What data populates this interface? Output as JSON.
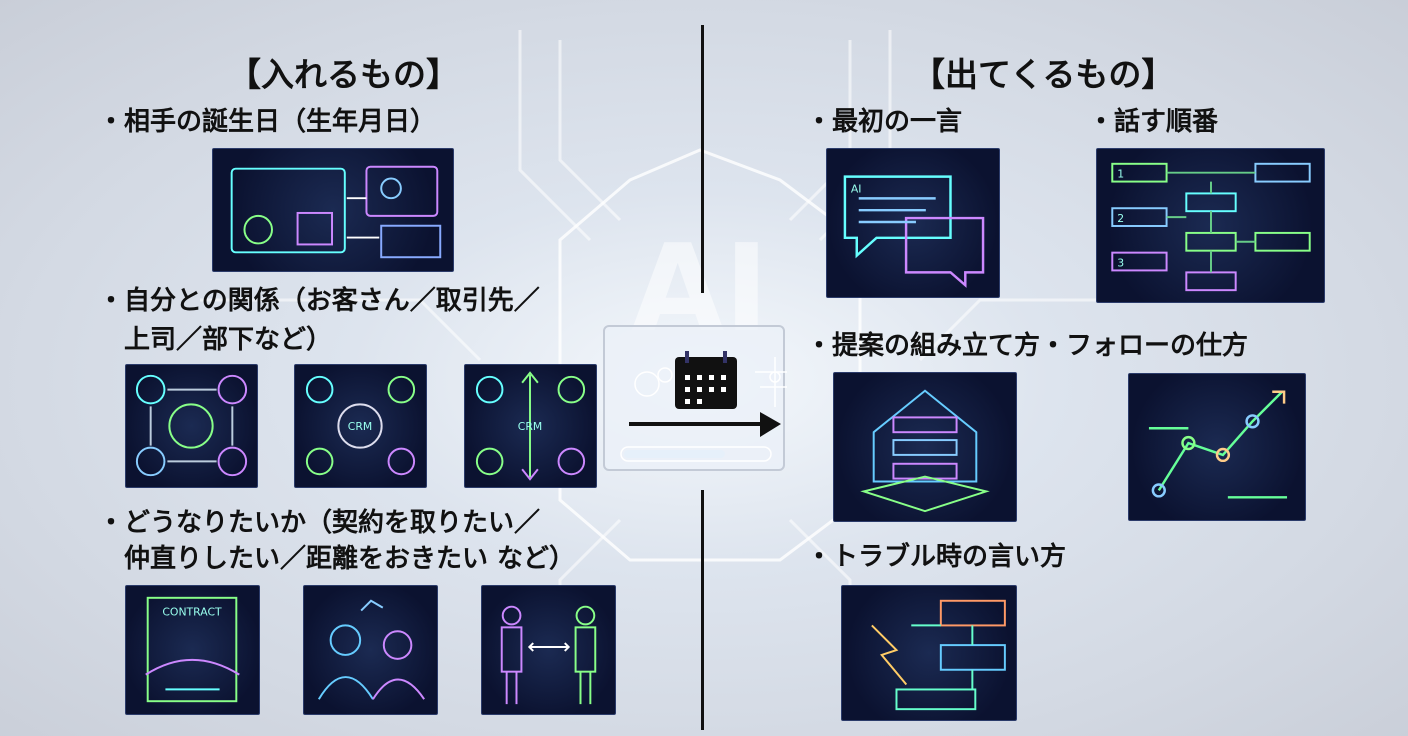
{
  "input": {
    "title": "【入れるもの】",
    "items": [
      {
        "lines": [
          "・相手の誕生日（生年月日）"
        ]
      },
      {
        "lines": [
          "・自分との関係（お客さん／取引先／",
          "上司／部下など）"
        ]
      },
      {
        "lines": [
          "・どうなりたいか（契約を取りたい／",
          "仲直りしたい／距離をおきたい など）"
        ]
      }
    ],
    "tile_labels": {
      "crm": "CRM",
      "contract": "CONTRACT"
    }
  },
  "output": {
    "title": "【出てくるもの】",
    "items": [
      "・最初の一言",
      "・話す順番",
      "・提案の組み立て方・フォローの仕方",
      "・トラブル時の言い方"
    ],
    "tile_labels": {
      "ai": "AI",
      "steps": [
        "1",
        "2",
        "3"
      ]
    }
  },
  "center": {
    "watermark": "AI",
    "progress": 0.7
  },
  "colors": {
    "accent": "#5ff0c8",
    "tile_bg": "#0b1230",
    "text": "#111111"
  }
}
